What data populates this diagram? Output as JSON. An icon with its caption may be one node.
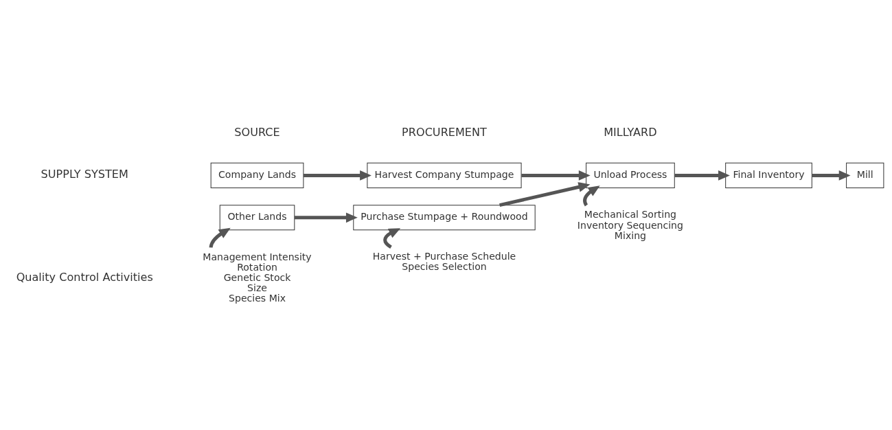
{
  "diagram": {
    "nodes": [
      {
        "text": [
          "Company Lands"
        ]
      },
      {
        "text": [
          "Other Lands"
        ]
      },
      {
        "text": [
          "Harvest Company Stumpage"
        ]
      },
      {
        "text": [
          "Purchase Stumpage + Roundwood"
        ]
      },
      {
        "text": [
          "Unload Process"
        ]
      },
      {
        "text": [
          "Final Inventory"
        ]
      },
      {
        "text": [
          "Mill"
        ]
      },
      {
        "text": [
          "Management Intensity",
          "Rotation",
          "Genetic Stock",
          "Size",
          "Species Mix"
        ]
      },
      {
        "text": [
          "Harvest + Purchase Schedule",
          "Species Selection"
        ]
      },
      {
        "text": [
          "Mechanical Sorting",
          "Inventory Sequencing",
          "Mixing"
        ]
      }
    ],
    "edges": [
      {
        "from": 0,
        "to": 2,
        "arrow": "to"
      },
      {
        "from": 1,
        "to": 3,
        "arrow": "to"
      },
      {
        "from": 2,
        "to": 4,
        "arrow": "to"
      },
      {
        "from": 3,
        "to": 4,
        "arrow": "to"
      },
      {
        "from": 4,
        "to": 5,
        "arrow": "to"
      },
      {
        "from": 5,
        "to": 6,
        "arrow": "to"
      },
      {
        "from": 7,
        "to": 1,
        "arrow": "to"
      },
      {
        "from": 8,
        "to": 3,
        "arrow": "to"
      },
      {
        "from": 9,
        "to": 4,
        "arrow": "to"
      }
    ],
    "labels": [
      "SOURCE",
      "PROCUREMENT",
      "MILLYARD",
      "SUPPLY SYSTEM",
      "Quality Control Activities"
    ]
  }
}
